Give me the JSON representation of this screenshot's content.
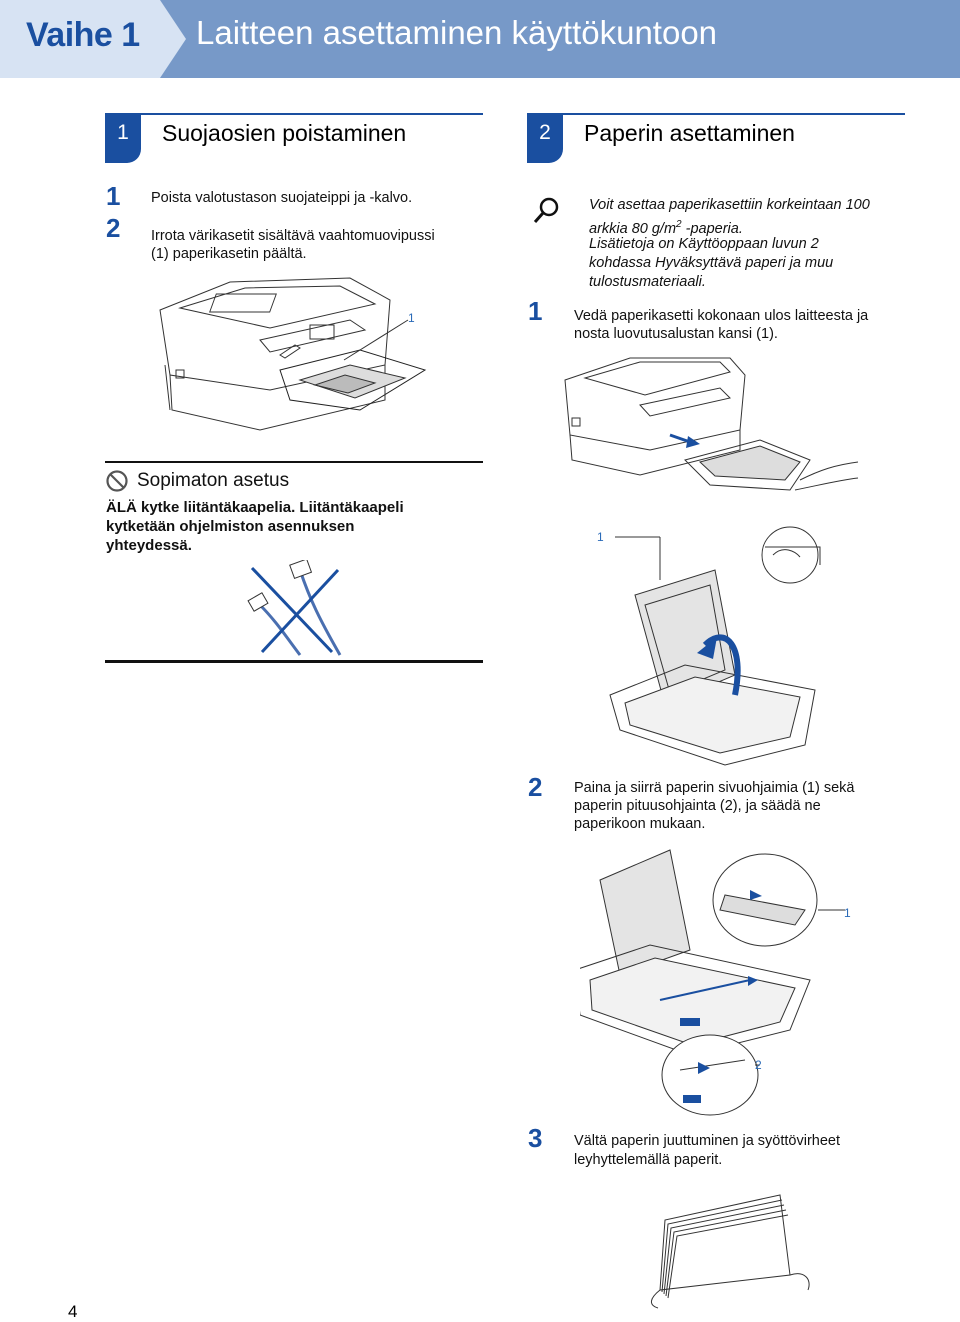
{
  "header": {
    "step_label": "Vaihe 1",
    "title": "Laitteen asettaminen käyttökuntoon"
  },
  "left_section": {
    "number": "1",
    "title": "Suojaosien poistaminen",
    "steps": [
      {
        "num": "1",
        "text": "Poista valotustason suojateippi ja -kalvo."
      },
      {
        "num": "2",
        "text_line1": "Irrota värikasetit sisältävä vaahtomuovipussi",
        "text_line2": "(1) paperikasetin päältä."
      }
    ],
    "callout": "1"
  },
  "caution": {
    "title": "Sopimaton asetus",
    "line1": "ÄLÄ kytke liitäntäkaapelia. Liitäntäkaapeli",
    "line2": "kytketään ohjelmiston asennuksen",
    "line3": "yhteydessä."
  },
  "right_section": {
    "number": "2",
    "title": "Paperin asettaminen",
    "note_lines": [
      "Voit asettaa paperikasettiin korkeintaan 100",
      "arkkia 80 g/m",
      "2",
      " -paperia.",
      "Lisätietoja on Käyttöoppaan luvun 2",
      "kohdassa Hyväksyttävä paperi ja muu",
      "tulostusmateriaali."
    ],
    "steps": [
      {
        "num": "1",
        "line1": "Vedä paperikasetti kokonaan ulos laitteesta ja",
        "line2": "nosta luovutusalustan kansi (1)."
      },
      {
        "num": "2",
        "line1": "Paina ja siirrä paperin sivuohjaimia (1) sekä",
        "line2": "paperin pituusohjainta (2), ja säädä ne",
        "line3": "paperikoon mukaan."
      },
      {
        "num": "3",
        "line1": "Vältä paperin juuttuminen ja syöttövirheet",
        "line2": "leyhyttelemällä paperit."
      }
    ],
    "callouts": [
      "1",
      "1",
      "2"
    ]
  },
  "page_number": "4",
  "colors": {
    "accent": "#1a4fa0",
    "header_band": "#7799c8",
    "callout_blue": "#2a6ab8"
  }
}
